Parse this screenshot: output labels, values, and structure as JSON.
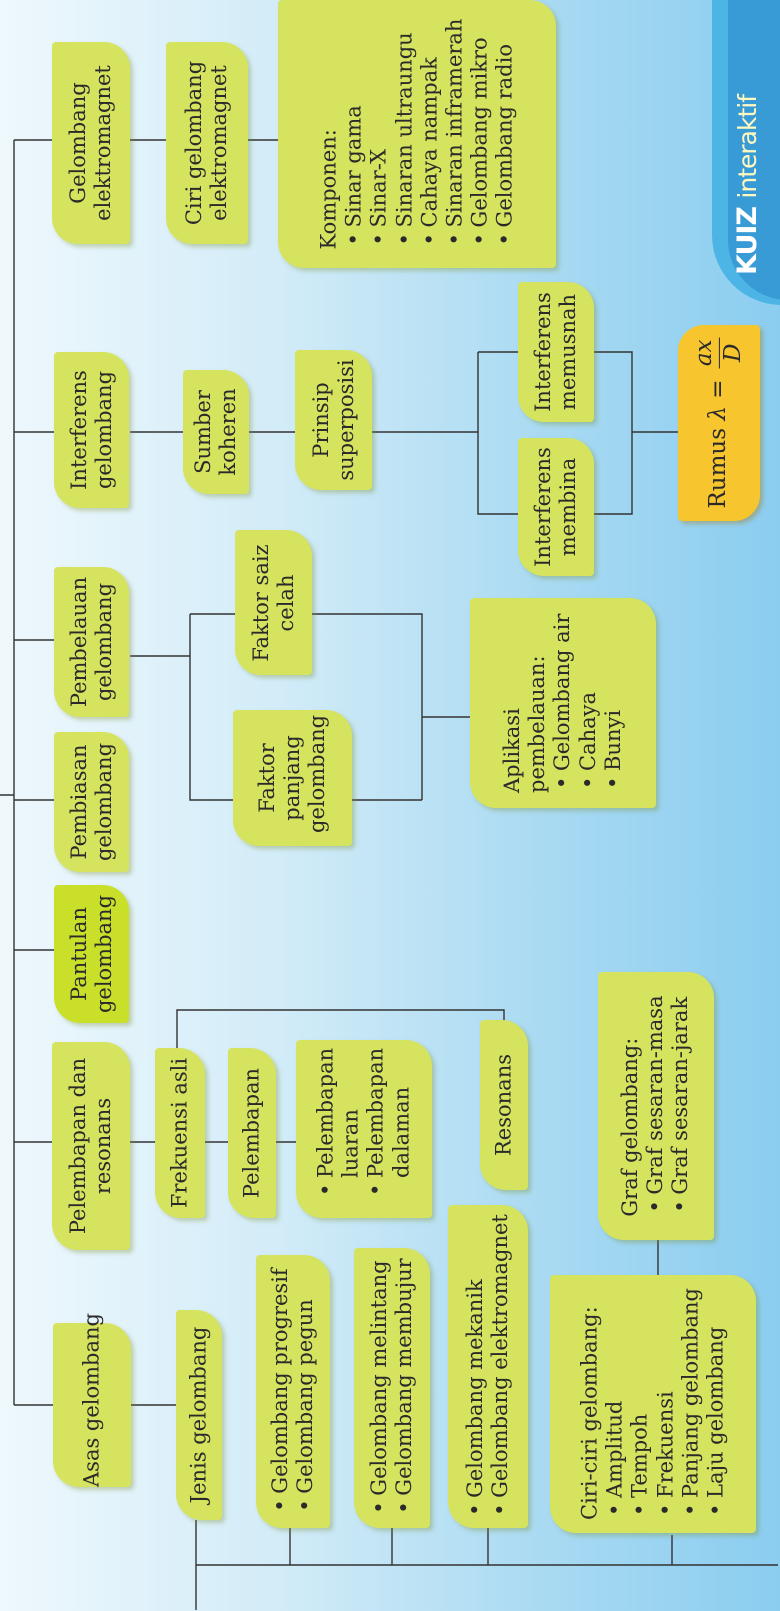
{
  "nodes": {
    "asas": "Asas gelombang",
    "pelembapan_resonans": "Pelembapan dan resonans",
    "pantulan": "Pantulan gelombang",
    "pembiasan": "Pembiasan gelombang",
    "pembelauan": "Pembelauan gelombang",
    "interferens": "Interferens gelombang",
    "elektromagnet": "Gelombang elektromagnet",
    "jenis": "Jenis gelombang",
    "frekuensi_asli": "Frekuensi asli",
    "pelembapan": "Pelembapan",
    "resonans": "Resonans",
    "faktor_panjang": "Faktor panjang gelombang",
    "faktor_saiz": "Faktor saiz celah",
    "sumber_koheren": "Sumber koheren",
    "prinsip": "Prinsip superposisi",
    "membina": "Interferens membina",
    "memusnah": "Interferens memusnah",
    "ciri_em": "Ciri gelombang elektromagnet"
  },
  "lists": {
    "jenis1": [
      "Gelombang progresif",
      "Gelombang pegun"
    ],
    "jenis2": [
      "Gelombang melintang",
      "Gelombang membujur"
    ],
    "jenis3": [
      "Gelombang mekanik",
      "Gelombang elektromagnet"
    ],
    "pelembapan_types": [
      "Pelembapan luaran",
      "Pelembapan dalaman"
    ],
    "ciri": {
      "title": "Ciri-ciri gelombang:",
      "items": [
        "Amplitud",
        "Tempoh",
        "Frekuensi",
        "Panjang gelombang",
        "Laju gelombang"
      ]
    },
    "graf": {
      "title": "Graf gelombang:",
      "items": [
        "Graf sesaran-masa",
        "Graf sesaran-jarak"
      ]
    },
    "aplikasi": {
      "title": "Aplikasi pembelauan:",
      "items": [
        "Gelombang air",
        "Cahaya",
        "Bunyi"
      ]
    },
    "komponen": {
      "title": "Komponen:",
      "items": [
        "Sinar gama",
        "Sinar-X",
        "Sinaran ultraungu",
        "Cahaya nampak",
        "Sinaran inframerah",
        "Gelombang mikro",
        "Gelombang radio"
      ]
    }
  },
  "formula": {
    "label": "Rumus",
    "lhs": "λ =",
    "num": "ax",
    "den": "D"
  },
  "logo": {
    "word1": "KUIZ",
    "word2": "interaktif"
  },
  "colors": {
    "node": "#d6e35f",
    "node_highlight": "#c9df2a",
    "formula": "#f7c52e",
    "lines": "#333333"
  }
}
